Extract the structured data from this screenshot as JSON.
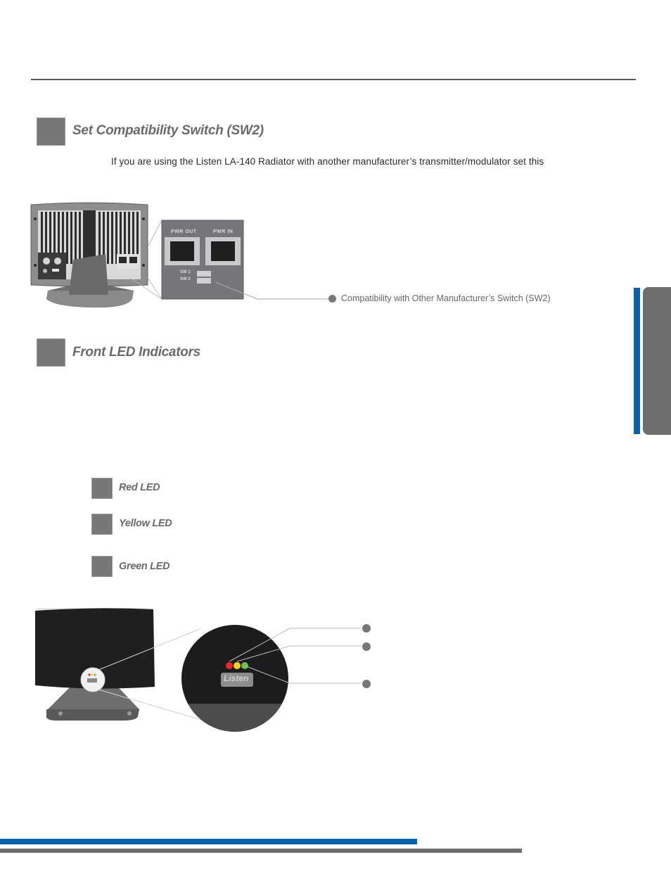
{
  "section1": {
    "heading": "Set Compatibility Switch (SW2)",
    "body": "If you are using the Listen LA-140 Radiator with another manufacturer’s transmitter/modulator set this",
    "callout": "Compatibility with Other Manufacturer’s Switch (SW2)",
    "panel_labels": {
      "pwr_out": "PWR OUT",
      "pwr_in": "PWR IN",
      "sw1": "SW 1",
      "sw2": "SW 2"
    }
  },
  "section2": {
    "heading": "Front LED Indicators",
    "leds": [
      {
        "label": "Red LED",
        "color": "#e8262b"
      },
      {
        "label": "Yellow LED",
        "color": "#f2d21c"
      },
      {
        "label": "Green LED",
        "color": "#6cc04a"
      }
    ],
    "logo_text": "Listen"
  },
  "colors": {
    "accent_blue": "#0a62ad",
    "tab_gray": "#6f6f71",
    "heading_gray": "#6a6a6c"
  }
}
